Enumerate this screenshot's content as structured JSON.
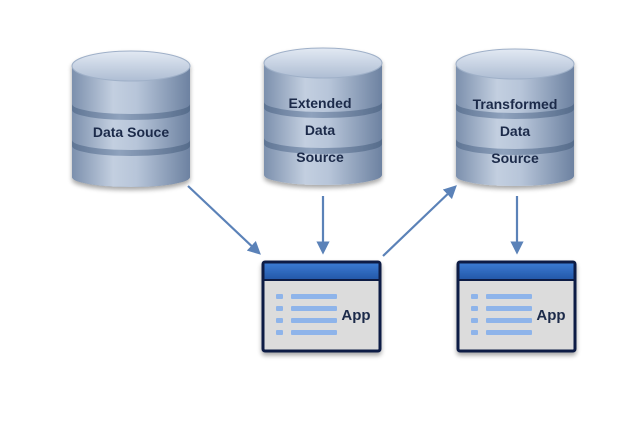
{
  "databases": [
    {
      "id": "data-source",
      "lines": [
        "Data Souce"
      ]
    },
    {
      "id": "extended-data-source",
      "lines": [
        "Extended",
        "Data",
        "Source"
      ]
    },
    {
      "id": "transformed-data-source",
      "lines": [
        "Transformed",
        "Data",
        "Source"
      ]
    }
  ],
  "apps": [
    {
      "id": "app-1",
      "label": "App"
    },
    {
      "id": "app-2",
      "label": "App"
    }
  ],
  "colors": {
    "cylinder_light": "#c7d3e3",
    "cylinder_mid": "#98aac4",
    "cylinder_dark": "#6f84a3",
    "arrow": "#5b82b8",
    "app_border": "#0e1c44",
    "app_header": "#2f6dc4",
    "app_body": "#dbdbdb",
    "app_list": "#8eb4ea",
    "text": "#1a2a4a"
  }
}
